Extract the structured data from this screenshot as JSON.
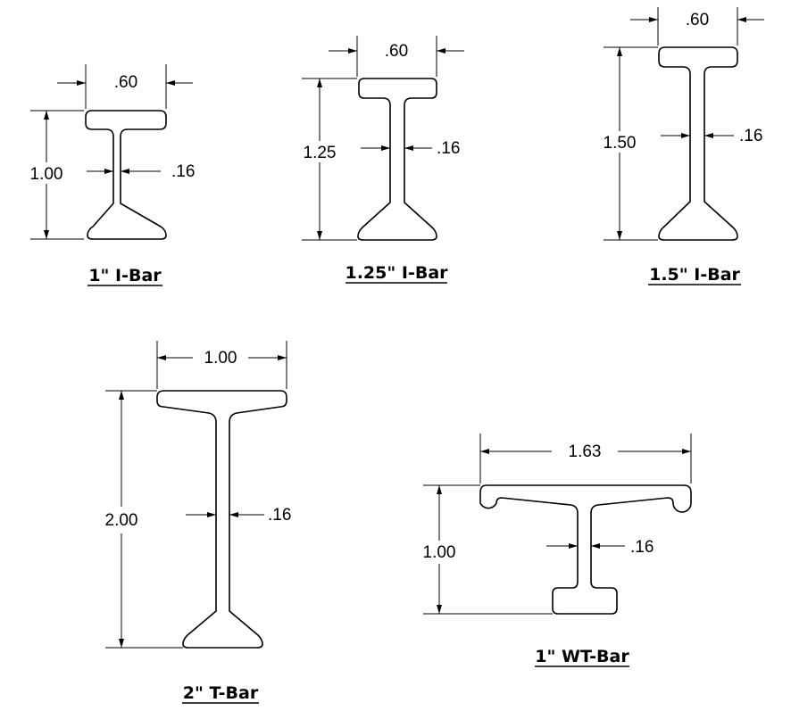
{
  "bars": [
    {
      "title": "1\" I-Bar",
      "width": ".60",
      "height": "1.00",
      "web": ".16"
    },
    {
      "title": "1.25\" I-Bar",
      "width": ".60",
      "height": "1.25",
      "web": ".16"
    },
    {
      "title": "1.5\" I-Bar",
      "width": ".60",
      "height": "1.50",
      "web": ".16"
    },
    {
      "title": "2\" T-Bar",
      "width": "1.00",
      "height": "2.00",
      "web": ".16"
    },
    {
      "title": "1\" WT-Bar",
      "width": "1.63",
      "height": "1.00",
      "web": ".16"
    }
  ]
}
